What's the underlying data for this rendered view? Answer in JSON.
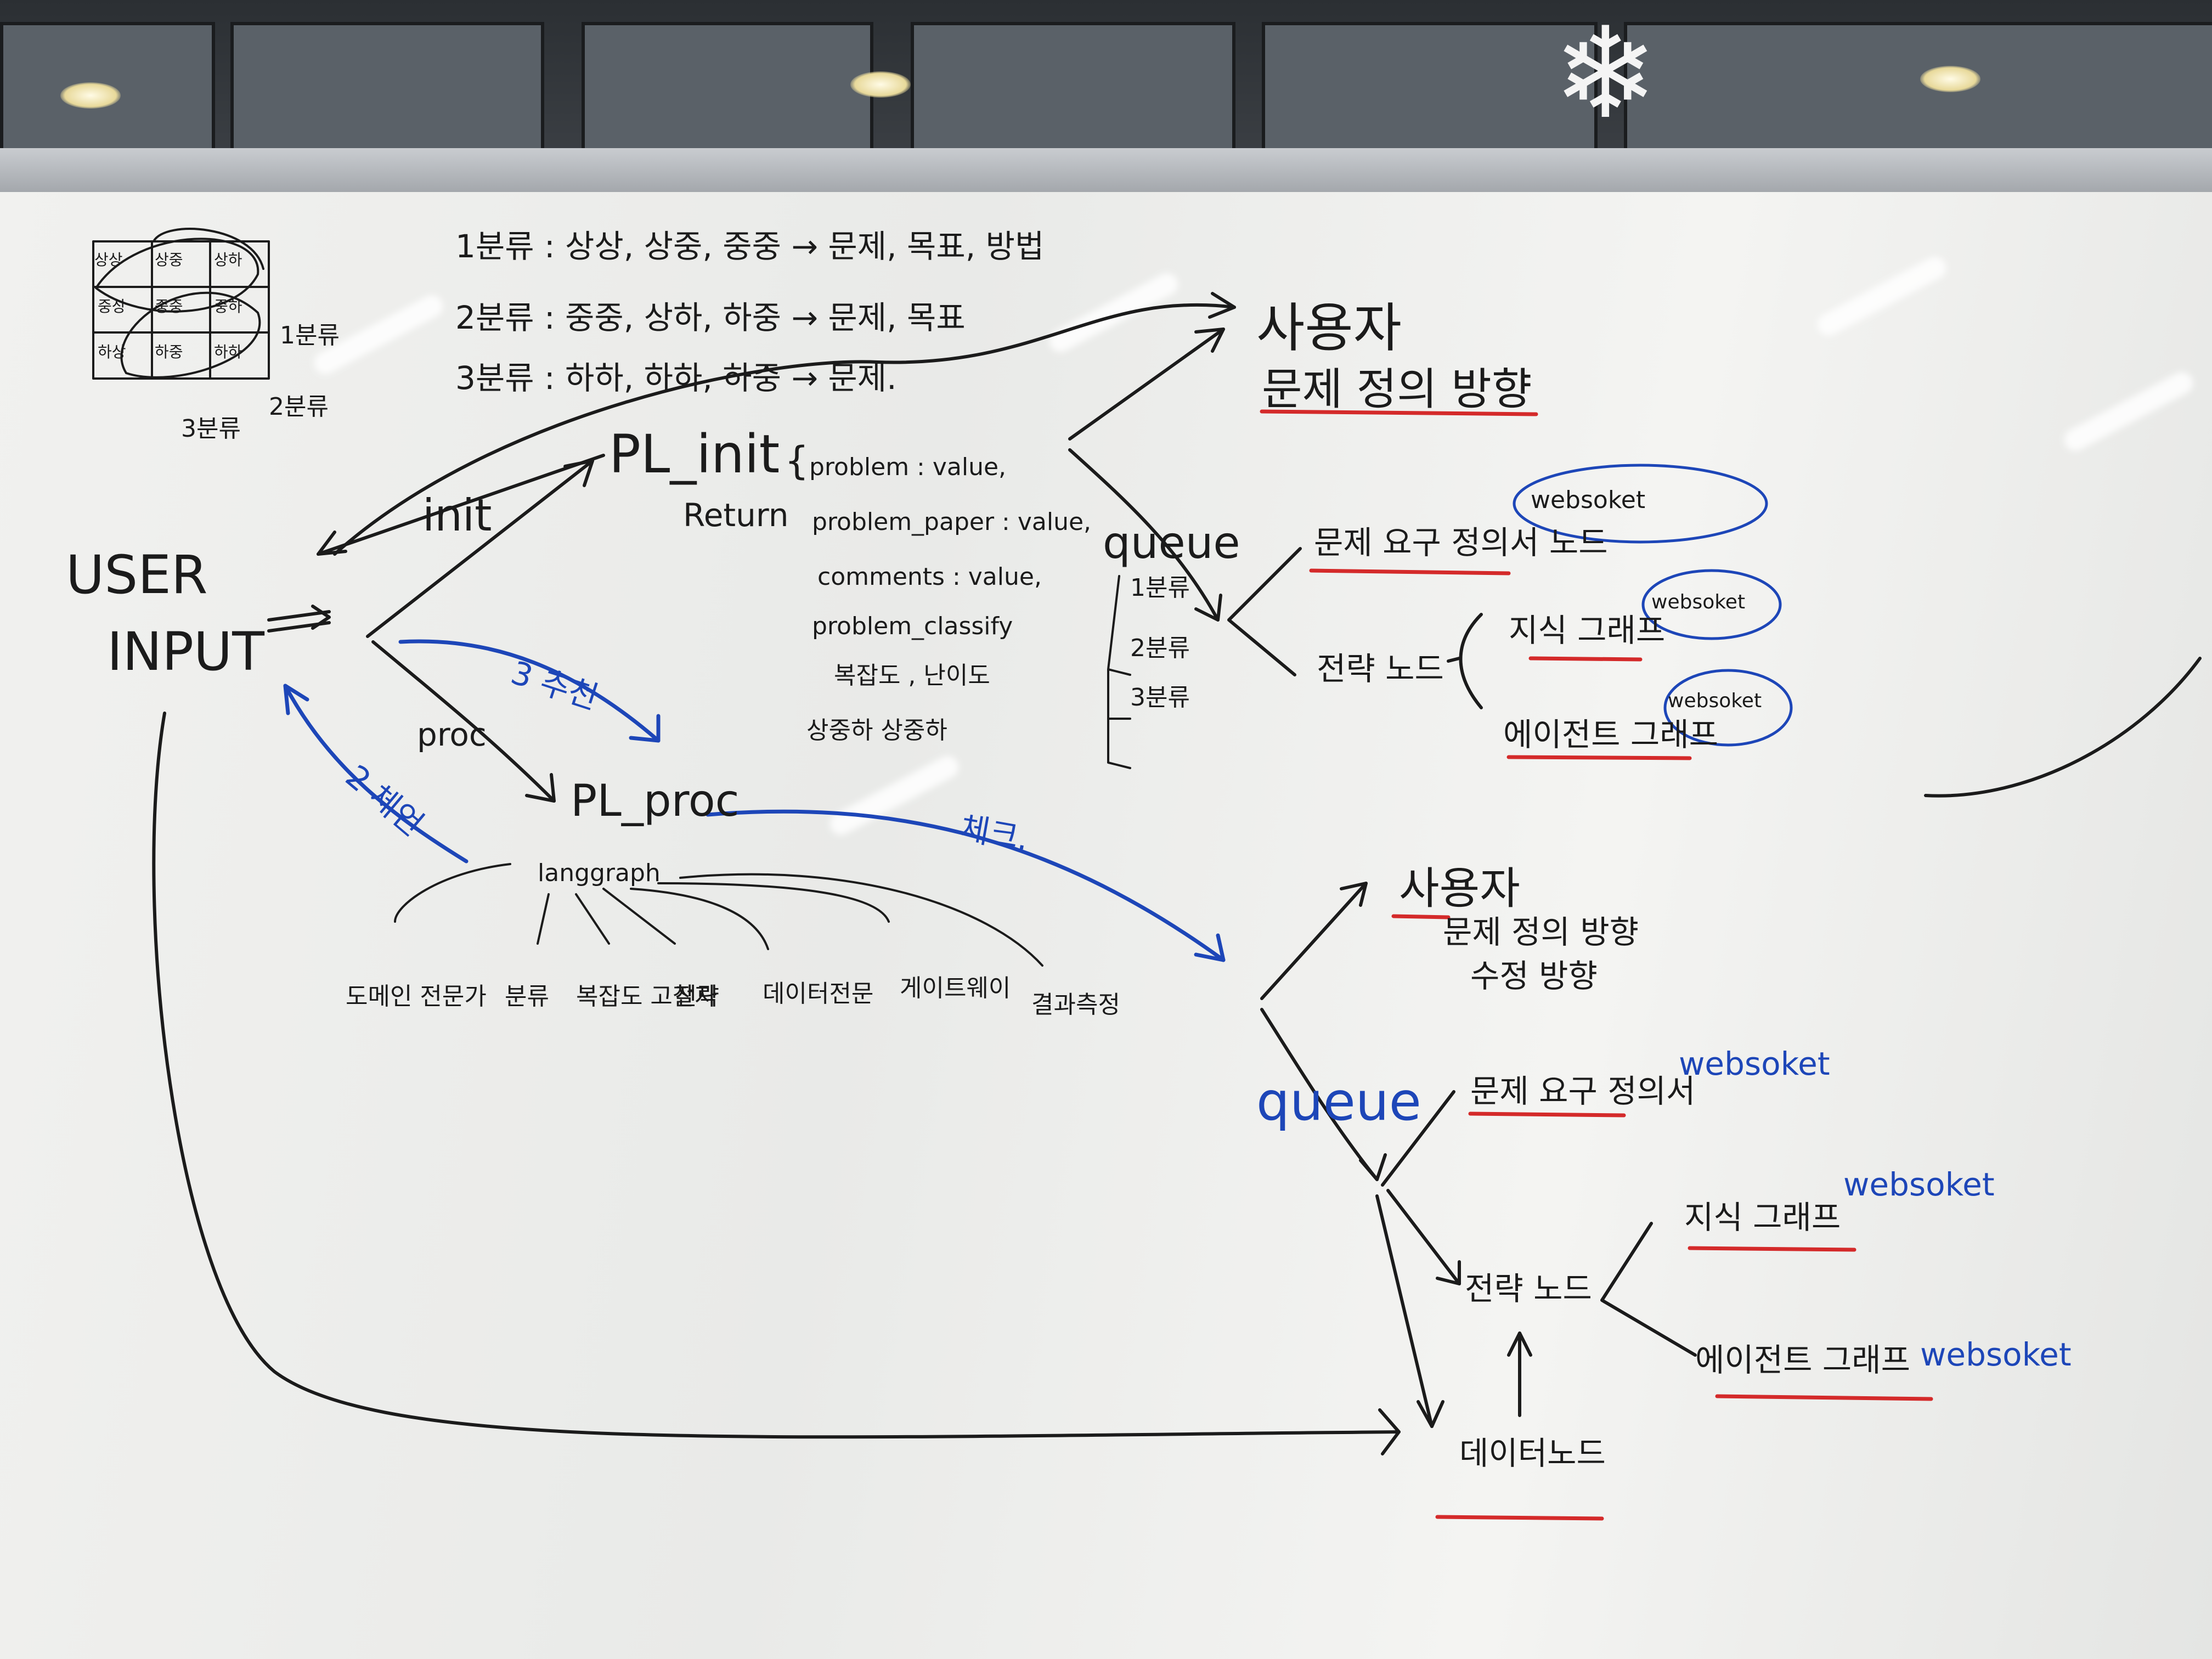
{
  "classes": {
    "line1": "1분류 : 상상, 상중, 중중 → 문제, 목표, 방법",
    "line2": "2분류 : 중중, 상하, 하중 → 문제, 목표",
    "line3": "3분류 : 하하, 하하, 하중 → 문제."
  },
  "grid": {
    "cells": [
      "상상",
      "상중",
      "상하",
      "중상",
      "중중",
      "중하",
      "하상",
      "하중",
      "하하"
    ],
    "label_1": "1분류",
    "label_2": "2분류",
    "label_3": "3분류"
  },
  "user_input": {
    "line1": "USER",
    "line2": "INPUT"
  },
  "edges": {
    "init": "init",
    "proc": "proc",
    "step3": "3 추천",
    "step2": "2 체언",
    "step_right": "체크."
  },
  "pl_init": {
    "name": "PL_init",
    "return_label": "Return",
    "fields": [
      "problem : value,",
      "problem_paper : value,",
      "comments : value,",
      "problem_classify"
    ],
    "sub_labels": [
      "복잡도 , 난이도",
      "상중하  상중하"
    ]
  },
  "queue_top": {
    "label": "queue",
    "items": [
      "1분류",
      "2분류",
      "3분류"
    ]
  },
  "right_top": {
    "user": "사용자",
    "problem_def": "문제 정의 방향",
    "req_node": "문제 요구 정의서 노드",
    "strategy_node": "전략 노드",
    "knowledge_graph": "지식 그래프",
    "agent_graph": "에이전트 그래프",
    "ws1": "websoket",
    "ws2": "websoket",
    "ws3": "websoket"
  },
  "pl_proc": {
    "name": "PL_proc",
    "graph": "langgraph",
    "children": [
      "도메인 전문가",
      "분류",
      "복잡도 고찰자",
      "전략",
      "데이터전문",
      "게이트웨이",
      "결과측정"
    ]
  },
  "right_bottom": {
    "user": "사용자",
    "problem_def": "문제 정의 방향",
    "revise": "수정 방향",
    "queue": "queue",
    "req_doc": "문제 요구 정의서",
    "strategy_node": "전략 노드",
    "knowledge_graph": "지식 그래프",
    "agent_graph": "에이전트 그래프",
    "data_node": "데이터노드",
    "ws1": "websoket",
    "ws2": "websoket",
    "ws3": "websoket"
  },
  "colors": {
    "ink_black": "#1b1b1b",
    "ink_blue": "#1d46b8",
    "ink_red": "#d42a2a"
  }
}
